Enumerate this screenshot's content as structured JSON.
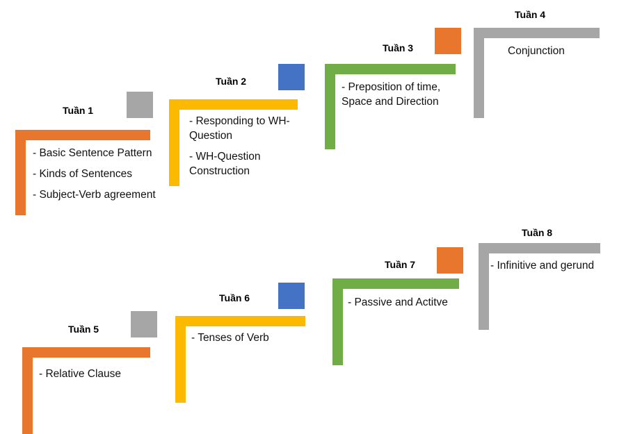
{
  "diagram": {
    "type": "staircase-roadmap",
    "title_text_visible": false,
    "palette": {
      "orange": "#E8762C",
      "yellow": "#FBBA00",
      "green": "#70AD47",
      "gray": "#A6A6A6",
      "blue": "#4472C4",
      "text": "#111111",
      "background": "#FFFFFF"
    },
    "steps": [
      {
        "id": "week-1",
        "label": "Tuần 1",
        "color_name": "orange",
        "color": "#E8762C",
        "marker_icon": "triangle-gray-icon",
        "marker_color": "#A6A6A6",
        "marker_orientation": "bottom-right",
        "items": [
          "- Basic Sentence Pattern",
          "- Kinds of Sentences",
          "- Subject-Verb agreement"
        ]
      },
      {
        "id": "week-2",
        "label": "Tuần 2",
        "color_name": "yellow",
        "color": "#FBBA00",
        "marker_icon": "triangle-blue-icon",
        "marker_color": "#4472C4",
        "marker_orientation": "top-right",
        "items": [
          "- Responding to WH-Question",
          "-  WH-Question Construction"
        ]
      },
      {
        "id": "week-3",
        "label": "Tuần 3",
        "color_name": "green",
        "color": "#70AD47",
        "marker_icon": "triangle-orange-icon",
        "marker_color": "#E8762C",
        "marker_orientation": "bottom-right",
        "items": [
          "-  Preposition of time, Space and Direction"
        ]
      },
      {
        "id": "week-4",
        "label": "Tuần 4",
        "color_name": "gray",
        "color": "#A6A6A6",
        "marker_icon": "none",
        "marker_color": "",
        "marker_orientation": "none",
        "items": [
          "Conjunction"
        ]
      },
      {
        "id": "week-5",
        "label": "Tuần 5",
        "color_name": "orange",
        "color": "#E8762C",
        "marker_icon": "triangle-gray-icon",
        "marker_color": "#A6A6A6",
        "marker_orientation": "bottom-right",
        "items": [
          "-  Relative Clause"
        ]
      },
      {
        "id": "week-6",
        "label": "Tuần 6",
        "color_name": "yellow",
        "color": "#FBBA00",
        "marker_icon": "triangle-blue-icon",
        "marker_color": "#4472C4",
        "marker_orientation": "top-right",
        "items": [
          "- Tenses of Verb"
        ]
      },
      {
        "id": "week-7",
        "label": "Tuần 7",
        "color_name": "green",
        "color": "#70AD47",
        "marker_icon": "triangle-orange-icon",
        "marker_color": "#E8762C",
        "marker_orientation": "bottom-right",
        "items": [
          "-  Passive and Actitve"
        ]
      },
      {
        "id": "week-8",
        "label": "Tuần 8",
        "color_name": "gray",
        "color": "#A6A6A6",
        "marker_icon": "none",
        "marker_color": "",
        "marker_orientation": "none",
        "items": [
          "- Infinitive and gerund"
        ]
      }
    ]
  }
}
